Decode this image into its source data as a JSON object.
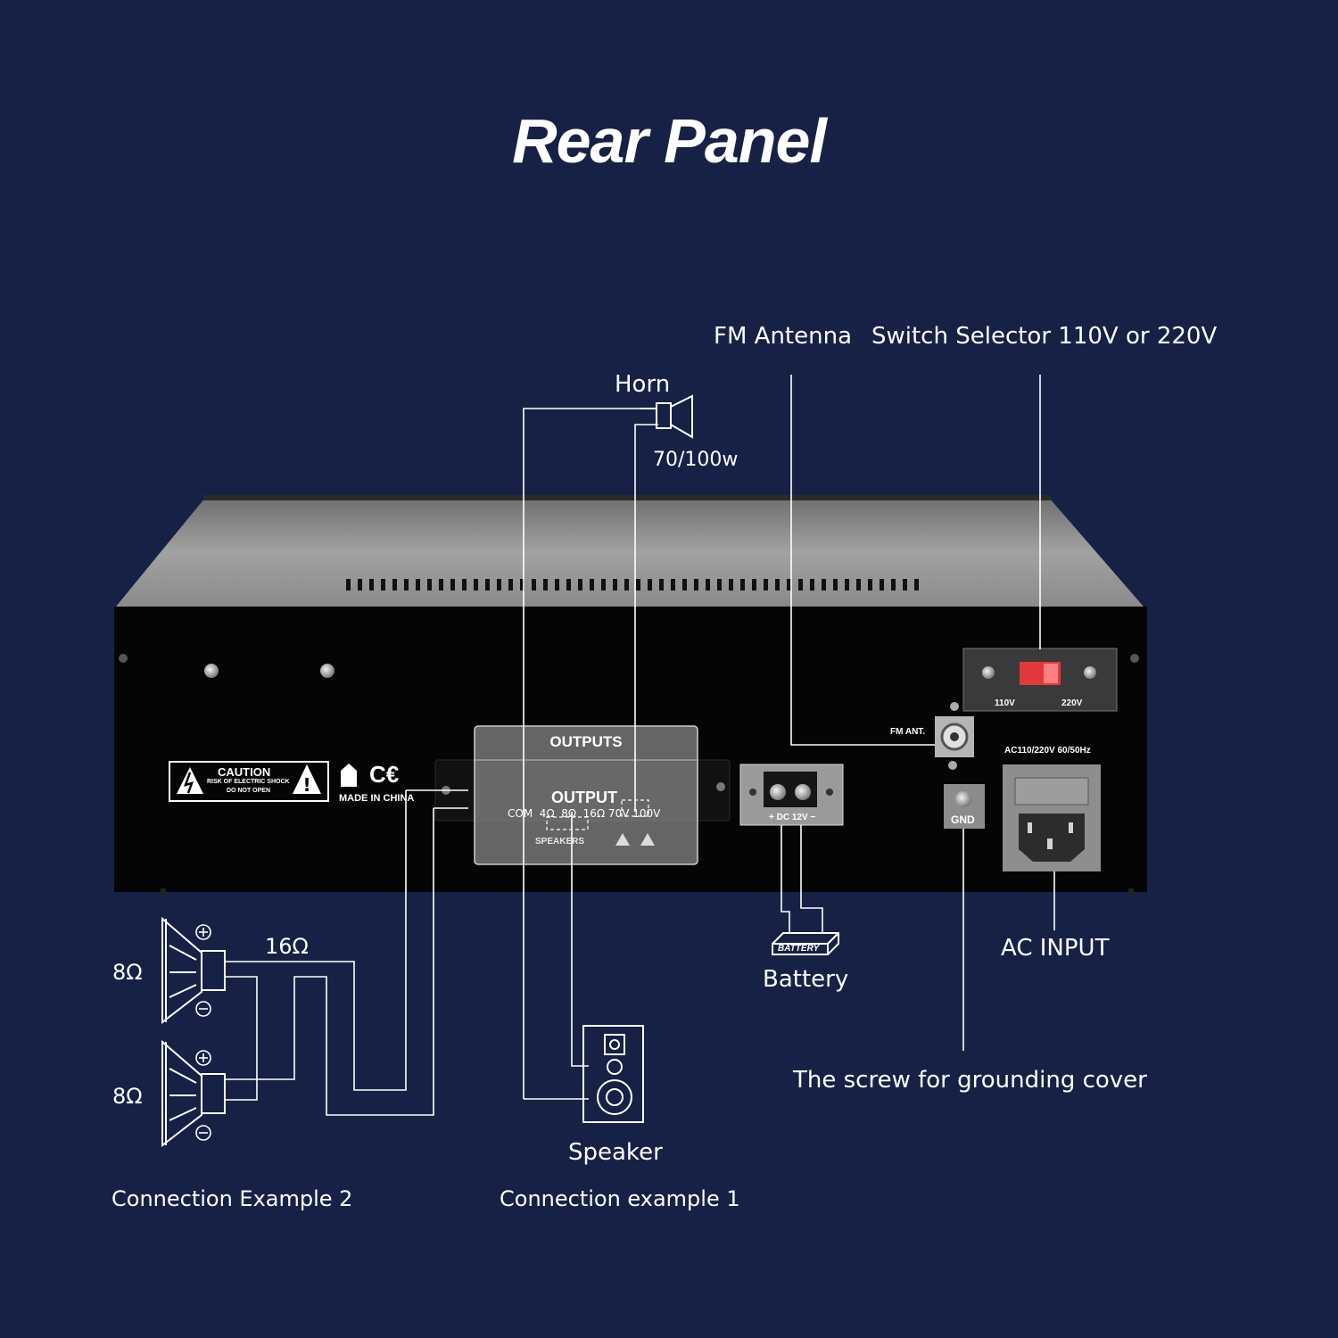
{
  "page": {
    "title": "Rear Panel",
    "colors": {
      "background": "#172146",
      "chassis_front": "#050505",
      "chassis_top": "#8f8f8f",
      "line": "#ffffff",
      "switch": "#e23a3a"
    }
  },
  "callouts": {
    "fm_antenna": "FM Antenna",
    "switch_selector": "Switch Selector 110V or 220V",
    "horn": "Horn",
    "horn_power": "70/100w",
    "battery": "Battery",
    "ac_input": "AC INPUT",
    "ground_screw": "The screw for grounding cover",
    "speaker": "Speaker",
    "example1": "Connection example 1",
    "example2": "Connection Example 2",
    "left_speaker_top": "8Ω",
    "left_speaker_bottom": "8Ω",
    "series_impedance": "16Ω"
  },
  "panel": {
    "caution_title": "CAUTION",
    "caution_line1": "RISK OF ELECTRIC SHOCK",
    "caution_line2": "DO NOT OPEN",
    "ce_mark": "C€",
    "made_in": "MADE IN CHINA",
    "outputs_header": "OUTPUTS",
    "output_label": "OUTPUT",
    "terminals": "COM  4Ω  8Ω  16Ω 70V 100V",
    "speakers_label": "SPEAKERS",
    "dc_label": "+ DC 12V −",
    "fm_ant": "FM ANT.",
    "gnd": "GND",
    "v110": "110V",
    "v220": "220V",
    "ac_spec": "AC110/220V  60/50Hz",
    "battery_box": "BATTERY"
  },
  "icons": [
    "horn-icon",
    "speaker-cabinet-icon",
    "driver-speaker-icon",
    "battery-icon",
    "warning-triangle-icon",
    "house-icon",
    "plus-terminal-icon",
    "minus-terminal-icon"
  ]
}
